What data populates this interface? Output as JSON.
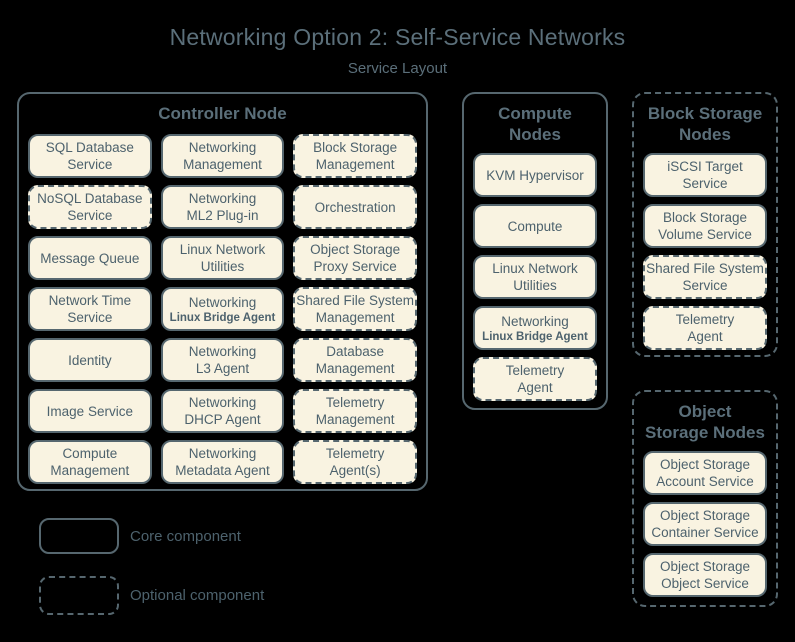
{
  "title": "Networking Option 2: Self-Service Networks",
  "subtitle": "Service Layout",
  "colors": {
    "background": "#000000",
    "box_fill": "#f9f3e1",
    "border": "#56676f",
    "heading_text": "#5b6f7a",
    "body_text": "#4d626d"
  },
  "groups": [
    {
      "id": "controller",
      "label": "Controller Node",
      "border_style": "solid",
      "services": [
        {
          "lines": [
            "SQL Database",
            "Service"
          ],
          "style": "solid"
        },
        {
          "lines": [
            "Networking",
            "Management"
          ],
          "style": "solid"
        },
        {
          "lines": [
            "Block Storage",
            "Management"
          ],
          "style": "dashed"
        },
        {
          "lines": [
            "NoSQL Database",
            "Service"
          ],
          "style": "dashed"
        },
        {
          "lines": [
            "Networking",
            "ML2 Plug-in"
          ],
          "style": "solid"
        },
        {
          "lines": [
            "Orchestration"
          ],
          "style": "dashed"
        },
        {
          "lines": [
            "Message Queue"
          ],
          "style": "solid"
        },
        {
          "lines": [
            "Linux Network",
            "Utilities"
          ],
          "style": "solid"
        },
        {
          "lines": [
            "Object Storage",
            "Proxy Service"
          ],
          "style": "dashed"
        },
        {
          "lines": [
            "Network Time",
            "Service"
          ],
          "style": "solid"
        },
        {
          "lines": [
            "Networking",
            "Linux Bridge Agent"
          ],
          "style": "solid",
          "small_last": true
        },
        {
          "lines": [
            "Shared File System",
            "Management"
          ],
          "style": "dashed"
        },
        {
          "lines": [
            "Identity"
          ],
          "style": "solid"
        },
        {
          "lines": [
            "Networking",
            "L3 Agent"
          ],
          "style": "solid"
        },
        {
          "lines": [
            "Database",
            "Management"
          ],
          "style": "dashed"
        },
        {
          "lines": [
            "Image Service"
          ],
          "style": "solid"
        },
        {
          "lines": [
            "Networking",
            "DHCP Agent"
          ],
          "style": "solid"
        },
        {
          "lines": [
            "Telemetry",
            "Management"
          ],
          "style": "dashed"
        },
        {
          "lines": [
            "Compute",
            "Management"
          ],
          "style": "solid"
        },
        {
          "lines": [
            "Networking",
            "Metadata Agent"
          ],
          "style": "solid"
        },
        {
          "lines": [
            "Telemetry",
            "Agent(s)"
          ],
          "style": "dashed"
        }
      ]
    },
    {
      "id": "compute",
      "label": "Compute\nNodes",
      "border_style": "solid",
      "services": [
        {
          "lines": [
            "KVM Hypervisor"
          ],
          "style": "solid"
        },
        {
          "lines": [
            "Compute"
          ],
          "style": "solid"
        },
        {
          "lines": [
            "Linux Network",
            "Utilities"
          ],
          "style": "solid"
        },
        {
          "lines": [
            "Networking",
            "Linux Bridge Agent"
          ],
          "style": "solid",
          "small_last": true
        },
        {
          "lines": [
            "Telemetry",
            "Agent"
          ],
          "style": "dashed"
        }
      ]
    },
    {
      "id": "block-storage",
      "label": "Block Storage\nNodes",
      "border_style": "dashed",
      "services": [
        {
          "lines": [
            "iSCSI Target",
            "Service"
          ],
          "style": "solid"
        },
        {
          "lines": [
            "Block Storage",
            "Volume Service"
          ],
          "style": "solid"
        },
        {
          "lines": [
            "Shared File System",
            "Service"
          ],
          "style": "dashed"
        },
        {
          "lines": [
            "Telemetry",
            "Agent"
          ],
          "style": "dashed"
        }
      ]
    },
    {
      "id": "object-storage",
      "label": "Object\nStorage Nodes",
      "border_style": "dashed",
      "services": [
        {
          "lines": [
            "Object Storage",
            "Account Service"
          ],
          "style": "solid"
        },
        {
          "lines": [
            "Object Storage",
            "Container Service"
          ],
          "style": "solid"
        },
        {
          "lines": [
            "Object Storage",
            "Object Service"
          ],
          "style": "solid"
        }
      ]
    }
  ],
  "legend": [
    {
      "id": "core-component",
      "swatch_style": "solid",
      "label": "Core component"
    },
    {
      "id": "optional-component",
      "swatch_style": "dashed",
      "label": "Optional component"
    }
  ]
}
